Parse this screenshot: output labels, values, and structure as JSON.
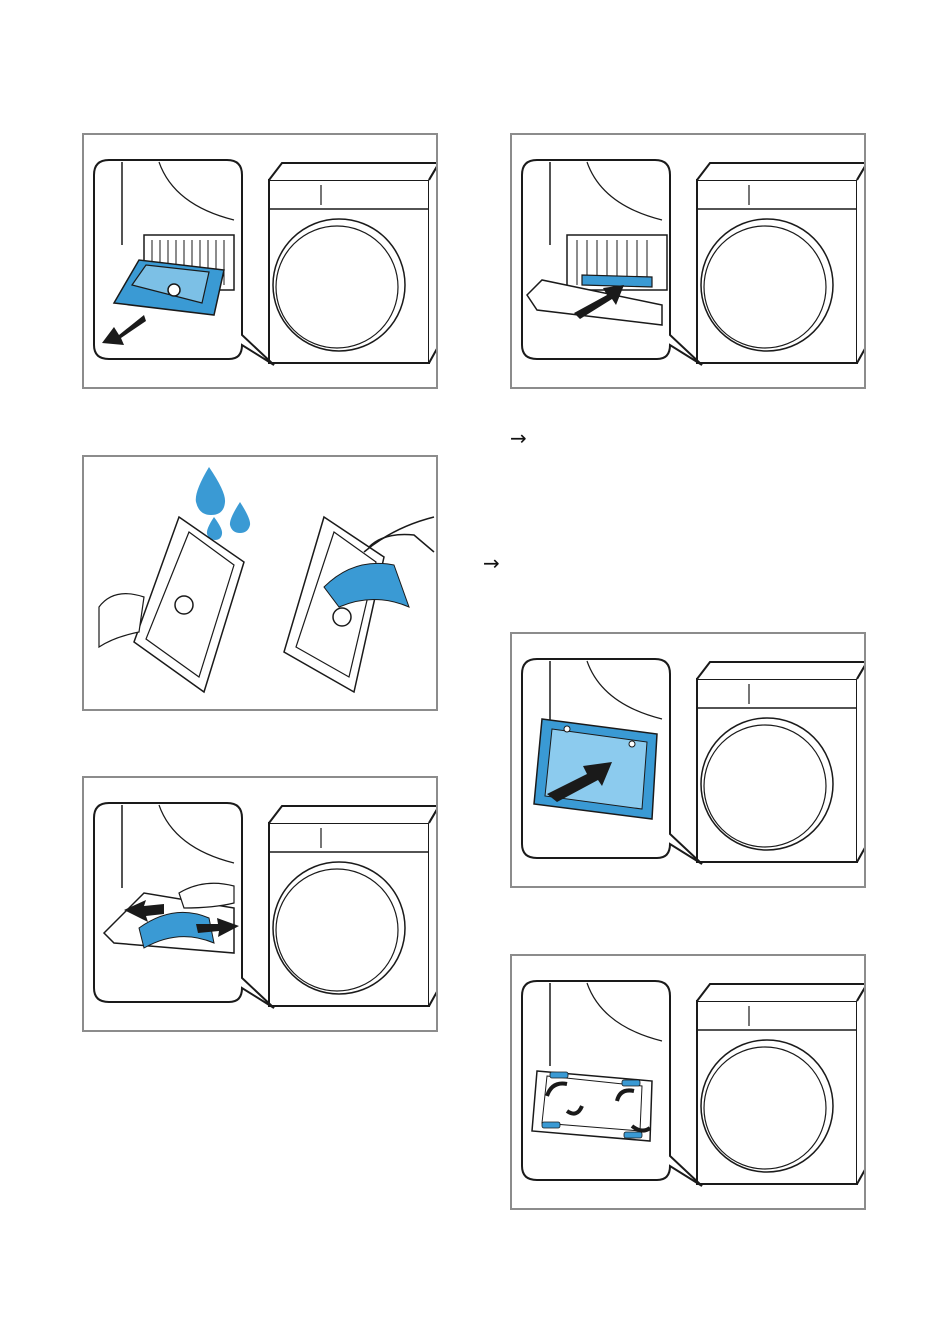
{
  "colors": {
    "accent_blue": "#3a9ad4",
    "line": "#1a1a1a",
    "frame": "#8c8c8c"
  },
  "steps": [
    {
      "id": "remove-filter",
      "icon": "pull-out-arrow-icon"
    },
    {
      "id": "insert-filter",
      "icon": "push-in-arrow-icon"
    },
    {
      "id": "rinse-filter",
      "icon": "water-drops-icon"
    },
    {
      "id": "wipe-compartment",
      "icon": "wipe-arrows-icon"
    },
    {
      "id": "insert-cover",
      "icon": "push-in-arrow-icon"
    },
    {
      "id": "lock-levers",
      "icon": "rotate-levers-icon"
    }
  ],
  "result_markers": [
    "→",
    "→"
  ]
}
